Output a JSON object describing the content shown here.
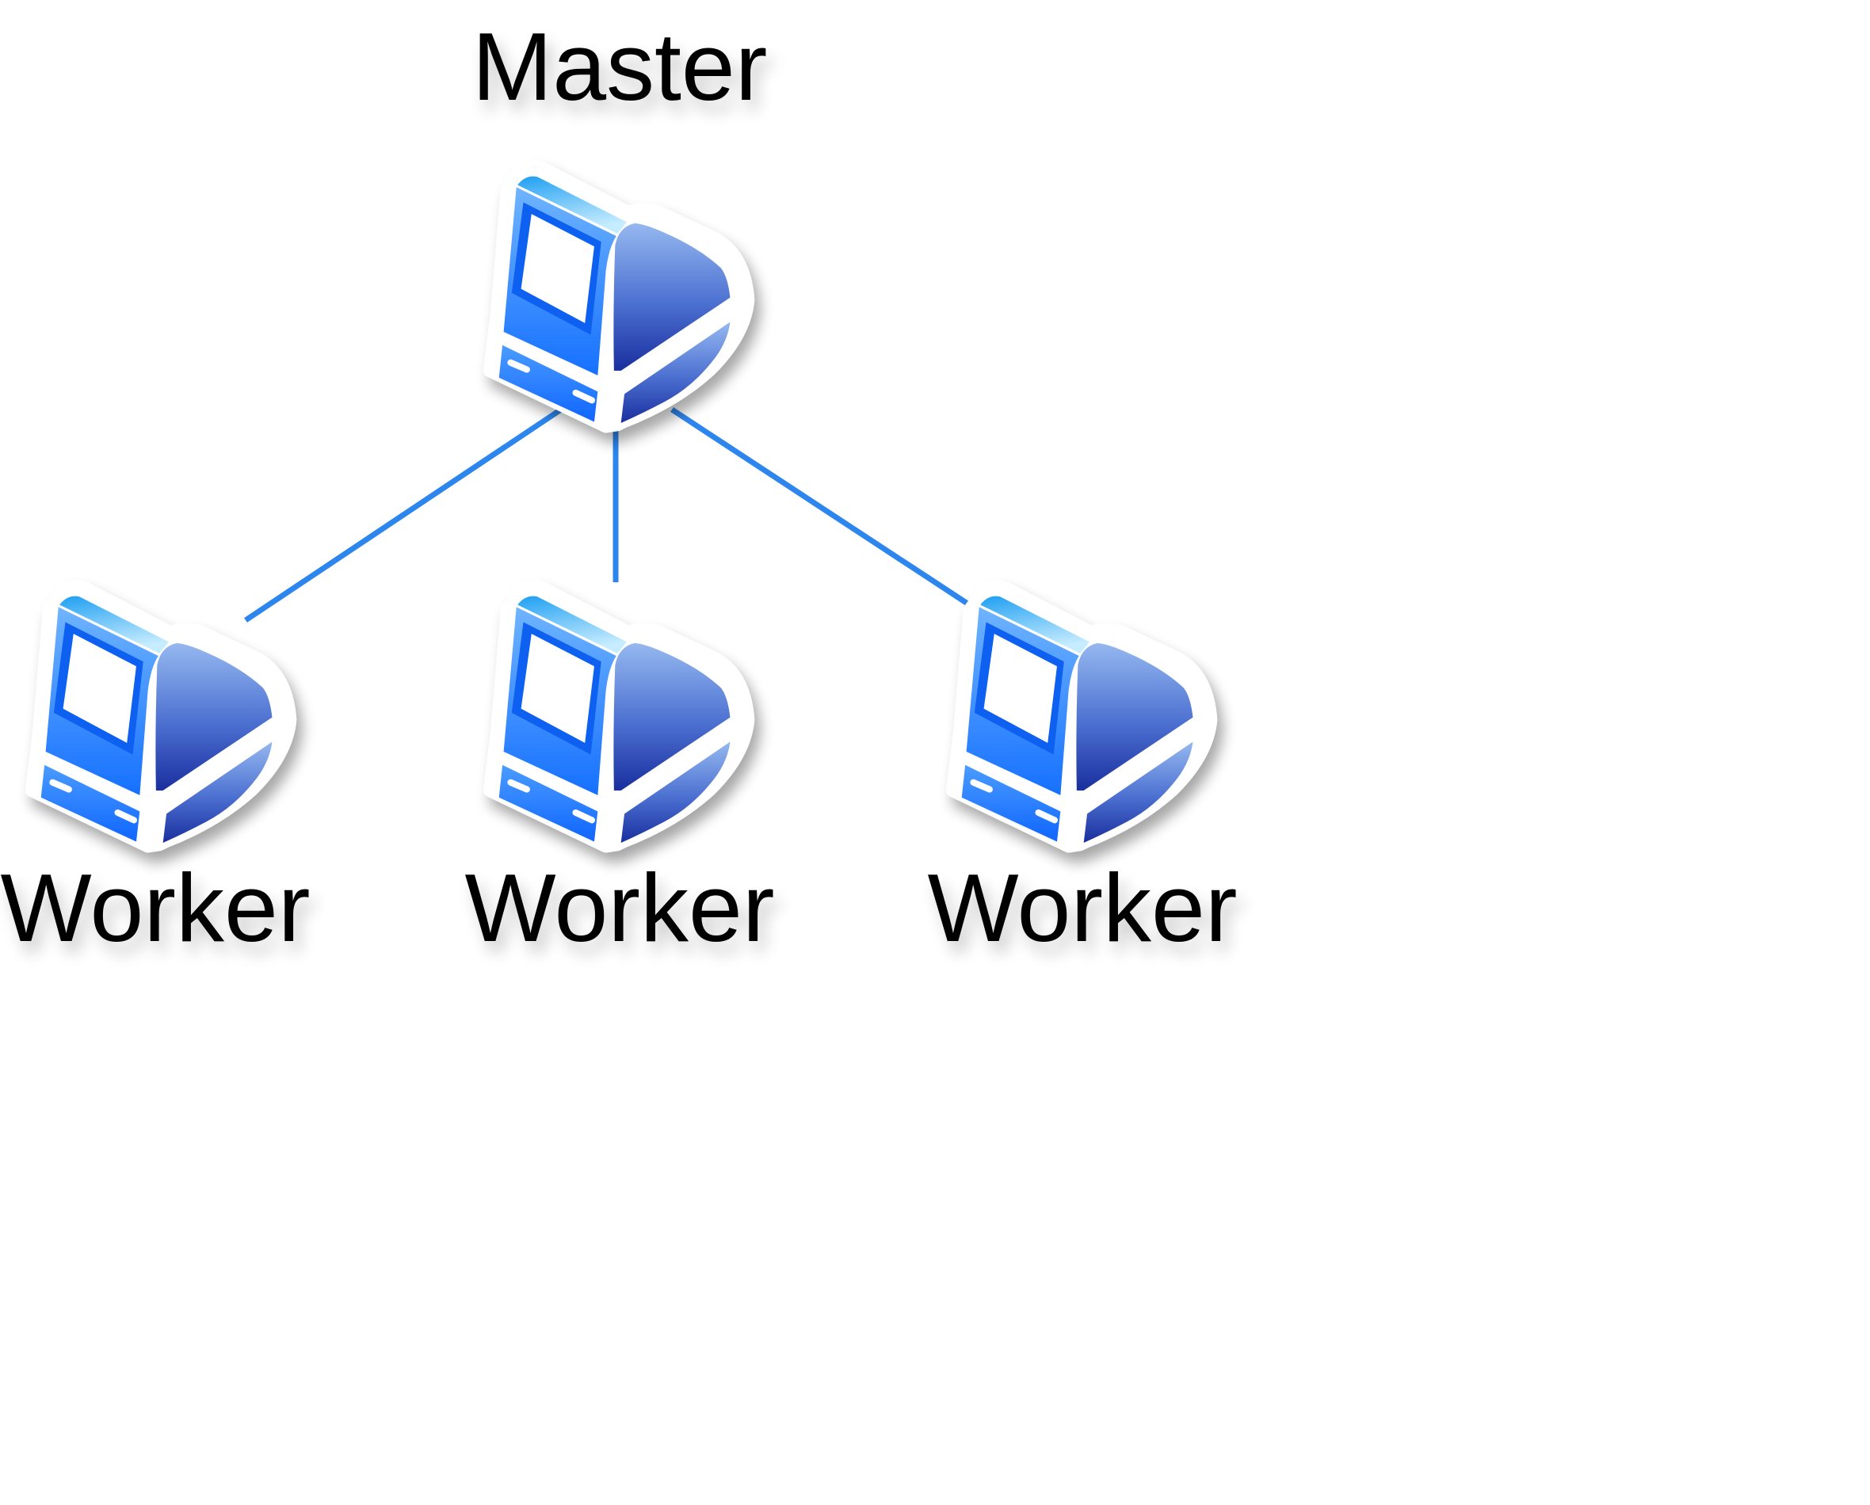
{
  "master": {
    "label": "Master",
    "icon": "computer-icon"
  },
  "workers": [
    {
      "label": "Worker",
      "icon": "computer-icon"
    },
    {
      "label": "Worker",
      "icon": "computer-icon"
    },
    {
      "label": "Worker",
      "icon": "computer-icon"
    }
  ],
  "colors": {
    "connector": "#2d86ee",
    "body_light": "#5aa6ff",
    "body_dark": "#1a6fff",
    "side_light": "#8fb4f0",
    "side_dark": "#1d36a8",
    "top_light": "#bfe8ff",
    "top_dark": "#25a8f3",
    "screen_frame": "#0a60f0",
    "screen": "#ffffff",
    "outline": "#ffffff"
  }
}
